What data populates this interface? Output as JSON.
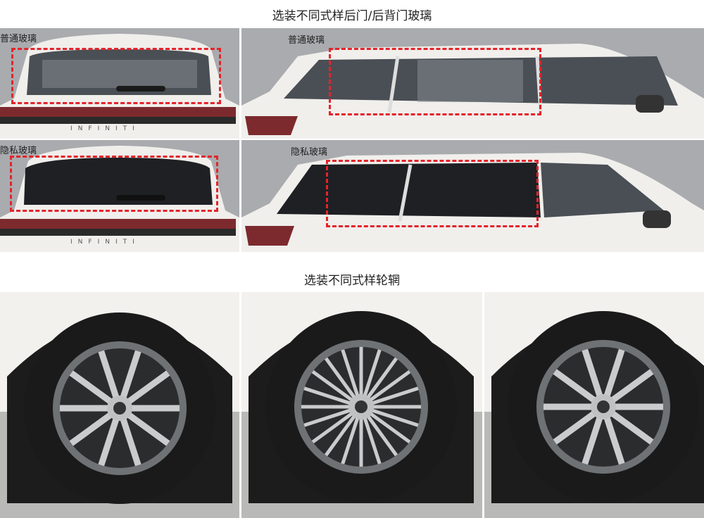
{
  "section1": {
    "title": "选装不同式样后门/后背门玻璃",
    "panels": [
      {
        "label": "普通玻璃",
        "view": "rear",
        "badge": "INFINITI"
      },
      {
        "label": "普通玻璃",
        "view": "side"
      },
      {
        "label": "隐私玻璃",
        "view": "rear",
        "badge": "INFINITI"
      },
      {
        "label": "隐私玻璃",
        "view": "side"
      }
    ]
  },
  "section2": {
    "title": "选装不同式样轮辋",
    "wheels": [
      "wheel-style-1",
      "wheel-style-2",
      "wheel-style-3"
    ]
  },
  "colors": {
    "highlight": "#e4242b",
    "body": "#f0efec",
    "glass_normal": "#4a4f55",
    "glass_privacy": "#1e2024"
  }
}
